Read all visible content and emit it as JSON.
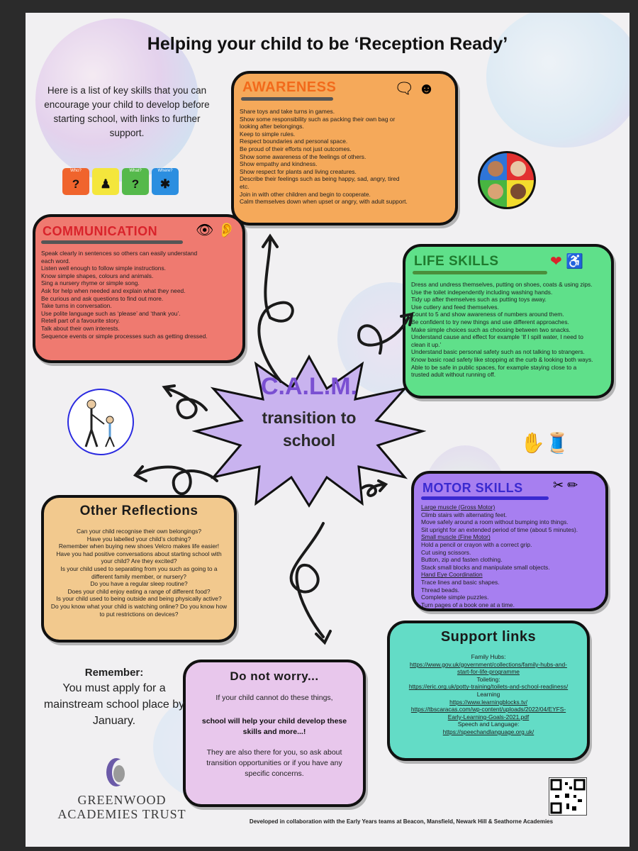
{
  "title": "Helping your child to be ‘Reception Ready’",
  "intro": "Here is a list of key skills that you can encourage your child to develop before starting school, with links to further support.",
  "question_icons": [
    {
      "caption": "Who?",
      "glyph": "?",
      "color": "#f0642d",
      "icon": "question-icon"
    },
    {
      "caption": "",
      "glyph": "♟",
      "color": "#f4e63c",
      "icon": "people-icon"
    },
    {
      "caption": "What?",
      "glyph": "?",
      "color": "#55b94b",
      "icon": "what-icon"
    },
    {
      "caption": "Where?",
      "glyph": "✱",
      "color": "#2b8ee0",
      "icon": "where-icon"
    }
  ],
  "awareness": {
    "heading": "AWARENESS",
    "color": "#f5a95a",
    "lines": [
      "Share toys and take turns in games.",
      "Show some responsibility such as packing their own bag or",
      "looking after belongings.",
      "Keep to simple rules.",
      "Respect boundaries and personal space.",
      "Be proud of their efforts not just outcomes.",
      "Show some awareness of the feelings of others.",
      "Show empathy and kindness.",
      "Show respect for plants and living creatures.",
      "Describe their feelings such as being happy, sad, angry, tired",
      "etc.",
      "Join in with other children and begin to cooperate.",
      "Calm themselves down when upset or angry, with adult support."
    ]
  },
  "communication": {
    "heading": "COMMUNICATION",
    "color": "#ef7a70",
    "lines": [
      "Speak clearly in sentences so others can easily understand",
      "each word.",
      "Listen well enough to follow simple instructions.",
      "Know simple shapes, colours and animals.",
      "Sing a nursery rhyme or simple song.",
      "Ask for help when needed and explain what they need.",
      "Be curious and ask questions to find out more.",
      "Take turns in conversation.",
      "Use polite language such as ‘please’ and ‘thank you’.",
      "Retell part of a favourite story.",
      "Talk about their own interests.",
      "Sequence events or simple processes such as getting dressed."
    ]
  },
  "life_skills": {
    "heading": "LIFE SKILLS",
    "color": "#5fe08a",
    "lines": [
      "Dress and undress themselves, putting on shoes, coats & using zips.",
      "Use the toilet independently including washing hands.",
      "Tidy up after themselves such as putting toys away.",
      "Use cutlery and feed themselves.",
      "Count to 5 and show awareness of numbers around them.",
      "Be confident to try new things and use different approaches.",
      "Make simple choices such as choosing between two snacks.",
      "Understand cause and effect for example ‘If I spill water, I need to",
      "clean it up.’",
      "Understand basic personal safety such as not talking to strangers.",
      "Know basic road safety like stopping at the curb & looking both ways.",
      "Able to be safe in public spaces, for example staying close to a",
      "trusted adult without running off."
    ]
  },
  "calm": {
    "title": "C.A.L.M.",
    "subtitle_1": "transition to",
    "subtitle_2": "school"
  },
  "motor_skills": {
    "heading": "MOTOR SKILLS",
    "color": "#a77ff0",
    "lines": [
      {
        "t": "Large muscle (Gross Motor)",
        "u": true
      },
      {
        "t": "Climb stairs with alternating feet.",
        "u": false
      },
      {
        "t": "Move safely around a room without bumping into things.",
        "u": false
      },
      {
        "t": "Sit upright for an extended period of time (about 5 minutes).",
        "u": false
      },
      {
        "t": "Small muscle (Fine Motor)",
        "u": true
      },
      {
        "t": "Hold a pencil or crayon with a correct grip.",
        "u": false
      },
      {
        "t": "Cut using scissors.",
        "u": false
      },
      {
        "t": "Button, zip and fasten clothing.",
        "u": false
      },
      {
        "t": "Stack small blocks and manipulate small objects.",
        "u": false
      },
      {
        "t": "Hand Eye Coordination",
        "u": true
      },
      {
        "t": "Trace lines and basic shapes.",
        "u": false
      },
      {
        "t": "Thread beads.",
        "u": false
      },
      {
        "t": "Complete simple puzzles.",
        "u": false
      },
      {
        "t": "Turn pages of a book one at a time.",
        "u": false
      }
    ]
  },
  "other_reflections": {
    "heading": "Other Reflections",
    "color": "#f2c98e",
    "lines": [
      "Can your child recognise their own belongings?",
      "Have you labelled your child’s clothing?",
      "Remember when buying new shoes Velcro makes life easier!",
      "Have you had positive conversations about starting school with",
      "your child? Are they excited?",
      "Is your child used to separating from you such as going to a",
      "different family member, or nursery?",
      "Do you have a regular sleep routine?",
      "Does your child enjoy eating a range of different food?",
      "Is your child used to being outside and being physically active?",
      "Do you know what your child is watching online? Do you know how",
      "to put restrictions on devices?"
    ]
  },
  "support_links": {
    "heading": "Support links",
    "color": "#63dcc6",
    "items": [
      {
        "t": "Family Hubs:",
        "link": false
      },
      {
        "t": "https://www.gov.uk/government/collections/family-hubs-and-",
        "link": true
      },
      {
        "t": "start-for-life-programme",
        "link": true
      },
      {
        "t": "Toileting:",
        "link": false
      },
      {
        "t": "https://eric.org.uk/potty-training/toilets-and-school-readiness/",
        "link": true
      },
      {
        "t": "Learning",
        "link": false
      },
      {
        "t": "https://www.learningblocks.tv/",
        "link": true
      },
      {
        "t": "https://tbscaracas.com/wp-content/uploads/2022/04/EYFS-",
        "link": true
      },
      {
        "t": "Early-Learning-Goals-2021.pdf",
        "link": true
      },
      {
        "t": "Speech and Language:",
        "link": false
      },
      {
        "t": "https://speechandlanguage.org.uk/",
        "link": true
      }
    ]
  },
  "do_not_worry": {
    "heading": "Do not worry...",
    "color": "#e8c7ec",
    "line1": "If your child cannot do these things,",
    "line2": "school will help your child develop these skills and more...!",
    "line3": "They are also there for you, so ask about transition opportunities or if you have any specific concerns."
  },
  "remember": {
    "heading": "Remember:",
    "text": "You must apply for a mainstream school place by January."
  },
  "logo": {
    "line1": "GREENWOOD",
    "line2": "ACADEMIES TRUST"
  },
  "footer": "Developed in collaboration with the Early Years teams at Beacon, Mansfield, Newark Hill & Seathorne Academies"
}
